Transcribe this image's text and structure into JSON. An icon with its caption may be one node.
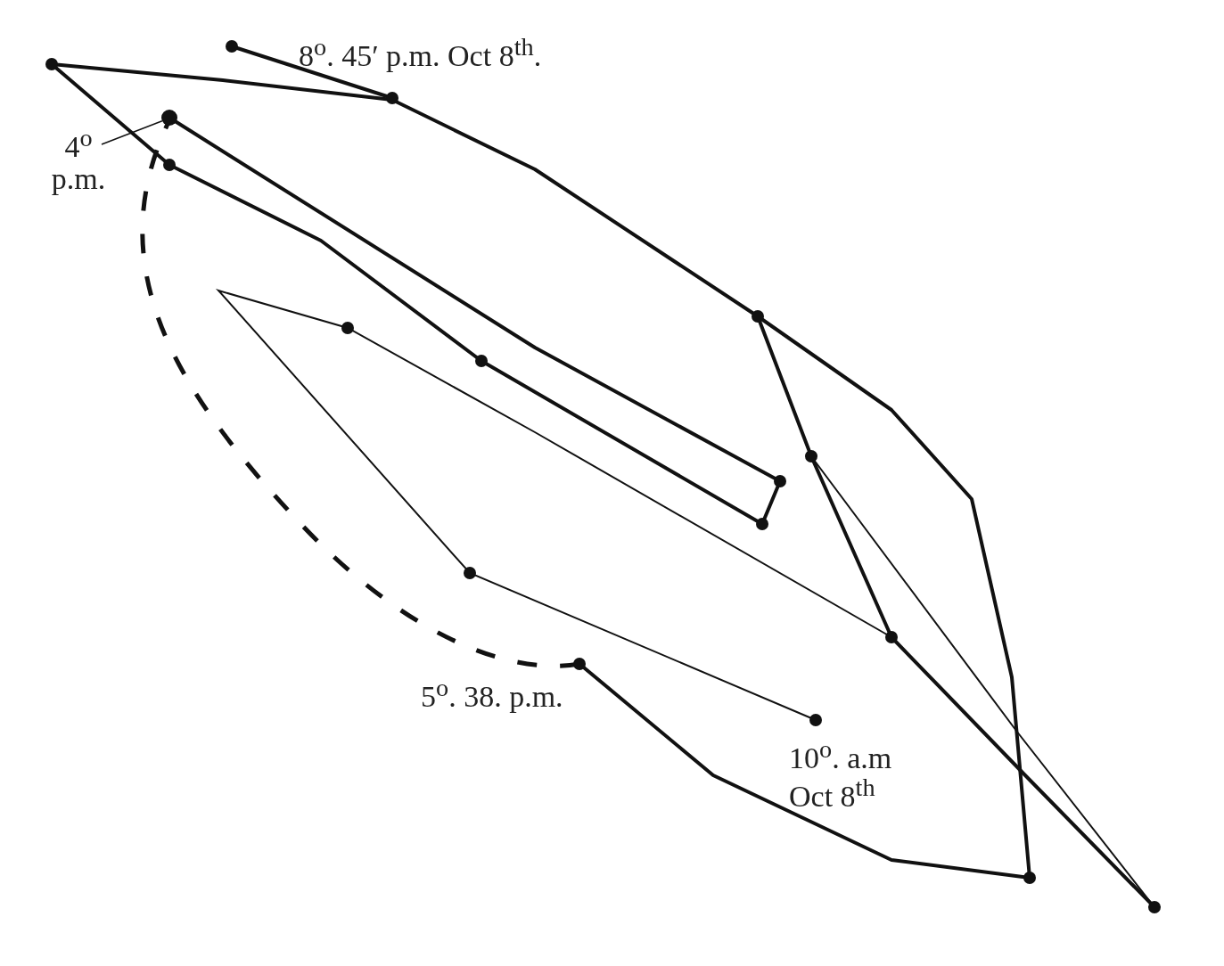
{
  "diagram": {
    "nodes": [
      {
        "text": [
          "4$^{o}$ p.m."
        ]
      },
      {
        "text": [],
        "shape": "circle"
      }
    ],
    "edges": [
      {
        "from": 0,
        "to": 1,
        "arrow": "none"
      }
    ],
    "labels": [
      "8$^{o}$. 45′ p.m. Oct 8$^{th}$.",
      "5$^{o}$. 38. p.m.",
      "10$^{o}$. a.m Oct 8$^{th}$"
    ]
  }
}
